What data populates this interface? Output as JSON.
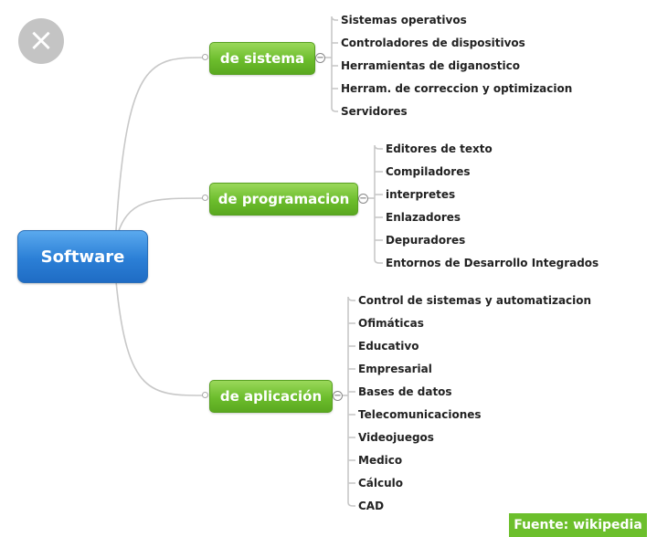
{
  "root": {
    "label": "Software"
  },
  "branches": [
    {
      "label": "de sistema",
      "items": [
        "Sistemas operativos",
        "Controladores de dispositivos",
        "Herramientas de diganostico",
        "Herram. de correccion y optimizacion",
        "Servidores"
      ]
    },
    {
      "label": "de programacion",
      "items": [
        "Editores de texto",
        "Compiladores",
        "interpretes",
        "Enlazadores",
        "Depuradores",
        "Entornos de Desarrollo Integrados"
      ]
    },
    {
      "label": "de aplicación",
      "items": [
        "Control de sistemas y automatizacion",
        "Ofimáticas",
        "Educativo",
        "Empresarial",
        "Bases de datos",
        "Telecomunicaciones",
        "Videojuegos",
        "Medico",
        "Cálculo",
        "CAD"
      ]
    }
  ],
  "source": {
    "label": "Fuente: wikipedia"
  },
  "icons": {
    "close": "close-icon",
    "collapse": "minus-icon"
  }
}
